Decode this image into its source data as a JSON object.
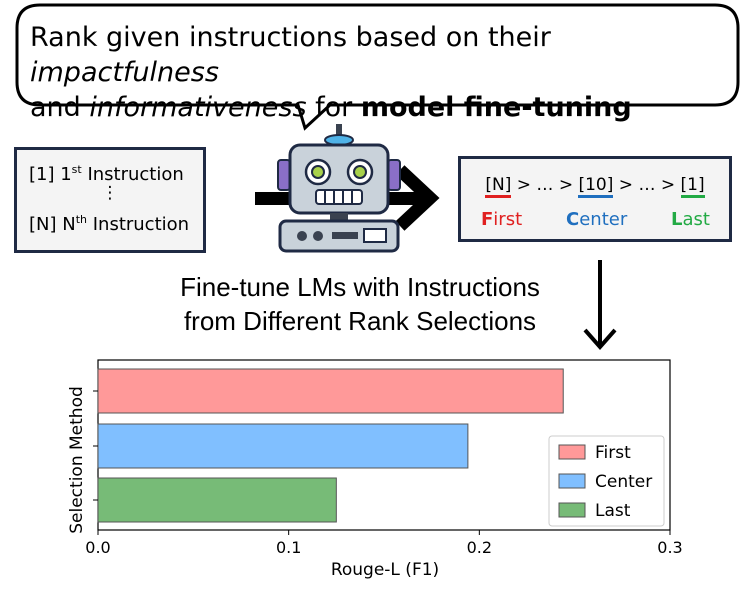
{
  "bubble": {
    "prefix": "Rank given instructions based on their ",
    "em1": "impactfulness",
    "mid": "and ",
    "em2": "informativeness",
    "between": " for ",
    "bold": "model fine-tuning"
  },
  "instructions": {
    "first_prefix": "[1] 1",
    "first_sup": "st",
    "first_suffix": " Instruction",
    "ellipsis": "⋮",
    "last_prefix": "[N] N",
    "last_sup": "th",
    "last_suffix": " Instruction"
  },
  "ranking": {
    "n": "[N]",
    "sep1": " > … > ",
    "ten": "[10]",
    "sep2": " > … > ",
    "one": "[1]",
    "first_initial": "F",
    "first_rest": "irst",
    "center_initial": "C",
    "center_rest": "enter",
    "last_initial": "L",
    "last_rest": "ast"
  },
  "caption": {
    "line1": "Fine-tune LMs with Instructions",
    "line2": "from Different Rank Selections"
  },
  "chart_data": {
    "type": "bar",
    "orientation": "horizontal",
    "categories": [
      "First",
      "Center",
      "Last"
    ],
    "values": [
      0.244,
      0.194,
      0.125
    ],
    "colors": [
      "#ff9999",
      "#80bfff",
      "#77bb77"
    ],
    "xlabel": "Rouge-L (F1)",
    "ylabel": "Selection Method",
    "xlim": [
      0.0,
      0.3
    ],
    "xticks": [
      "0.0",
      "0.1",
      "0.2",
      "0.3"
    ],
    "legend": [
      "First",
      "Center",
      "Last"
    ],
    "legend_position": "lower-right",
    "grid": false
  }
}
